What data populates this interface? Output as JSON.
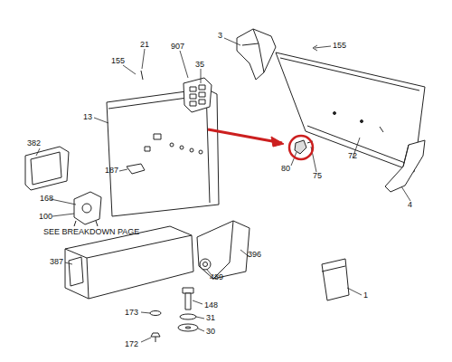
{
  "diagram": {
    "labels": [
      "3",
      "155",
      "21",
      "907",
      "35",
      "155",
      "13",
      "382",
      "187",
      "80",
      "75",
      "72",
      "168",
      "100",
      "4",
      "SEE BREAKDOWN PAGE",
      "387",
      "396",
      "489",
      "148",
      "1",
      "173",
      "31",
      "30",
      "172"
    ]
  }
}
